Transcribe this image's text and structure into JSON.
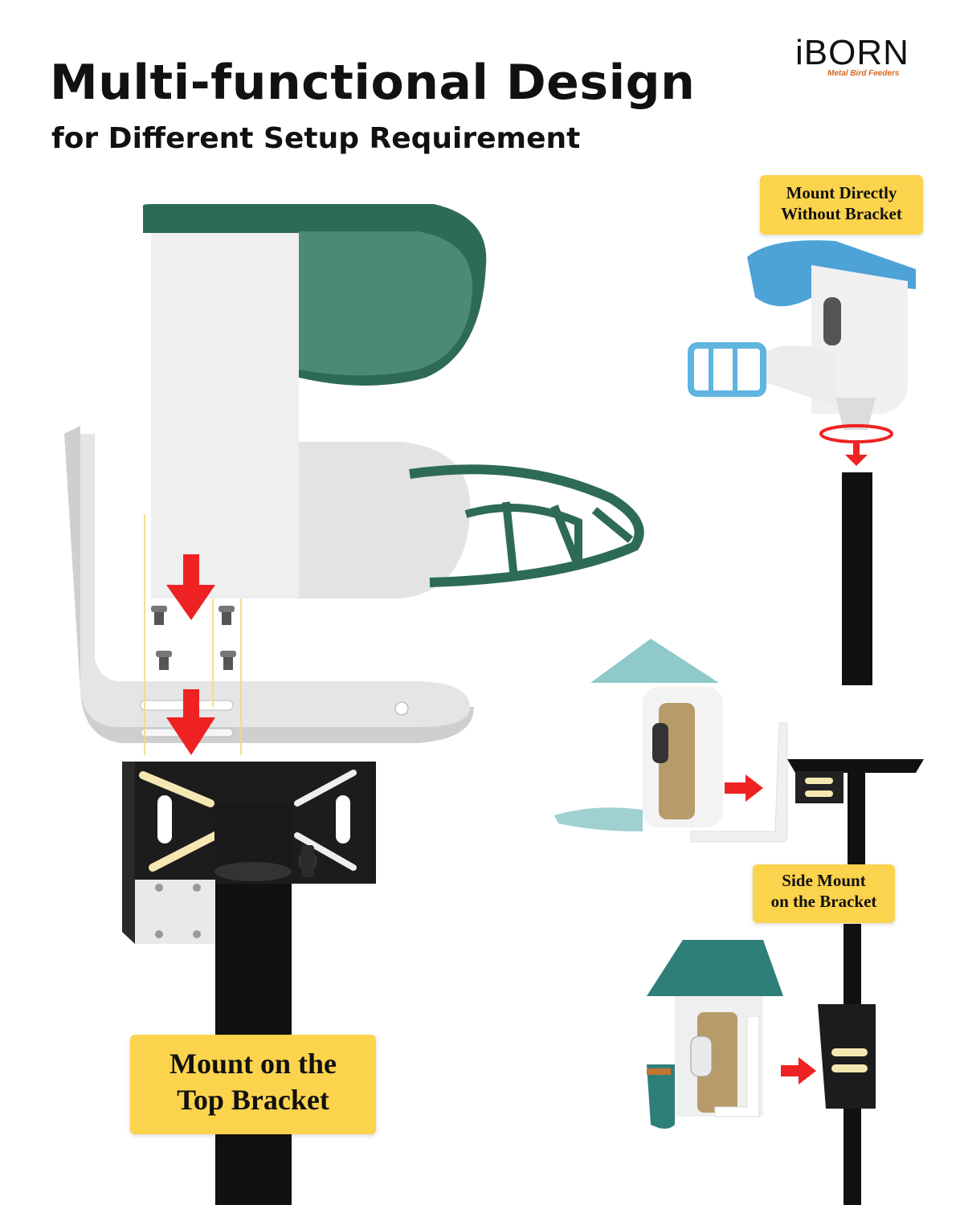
{
  "header": {
    "title": "Multi-functional Design",
    "subtitle": "for Different Setup Requirement"
  },
  "brand": {
    "name": "iBORN",
    "tagline": "Metal Bird Feeders",
    "accent_color": "#d2691e"
  },
  "labels": {
    "mount_directly": {
      "line1": "Mount Directly",
      "line2": "Without Bracket"
    },
    "side_mount": {
      "line1": "Side Mount",
      "line2": "on the Bracket"
    },
    "top_bracket": {
      "line1": "Mount on the",
      "line2": "Top Bracket"
    }
  },
  "colors": {
    "label_bg": "#fcd34d",
    "arrow": "#ee2222",
    "pole": "#111111",
    "green_roof": "#2e6b57",
    "blue_roof": "#4ea3d6",
    "mint_roof": "#8fc9c9",
    "teal_roof": "#2f7f79"
  }
}
